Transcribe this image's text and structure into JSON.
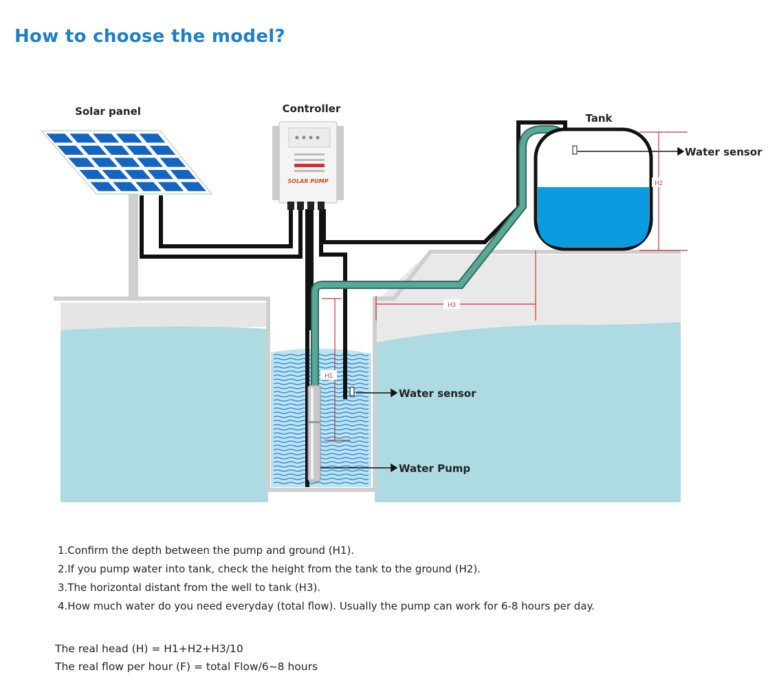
{
  "title": "How to choose the model?",
  "labels": {
    "solar_panel": "Solar panel",
    "controller": "Controller",
    "tank": "Tank",
    "water_sensor_tank": "Water sensor",
    "water_sensor_well": "Water sensor",
    "water_pump": "Water Pump",
    "h1": "H1",
    "h2": "H2",
    "h3": "H3",
    "controller_brand": "SOLAR PUMP"
  },
  "colors": {
    "title": "#1e7fc6",
    "water_ground": "#aedbe2",
    "tank_water": "#0a9be0",
    "pipe": "#5aa898",
    "dimension": "#c33333",
    "solar_cell": "#1565c0"
  },
  "steps": [
    "1.Confirm the depth between the pump and ground (H1).",
    "2.If you pump water into tank, check the height from the tank to the ground (H2).",
    "3.The horizontal distant from the well to tank (H3).",
    "4.How much water do you need everyday (total flow). Usually the pump can work for 6-8 hours per day."
  ],
  "formulas": {
    "head": "The real head (H) = H1+H2+H3/10",
    "flow": "The real flow per hour (F) = total Flow/6~8 hours"
  }
}
